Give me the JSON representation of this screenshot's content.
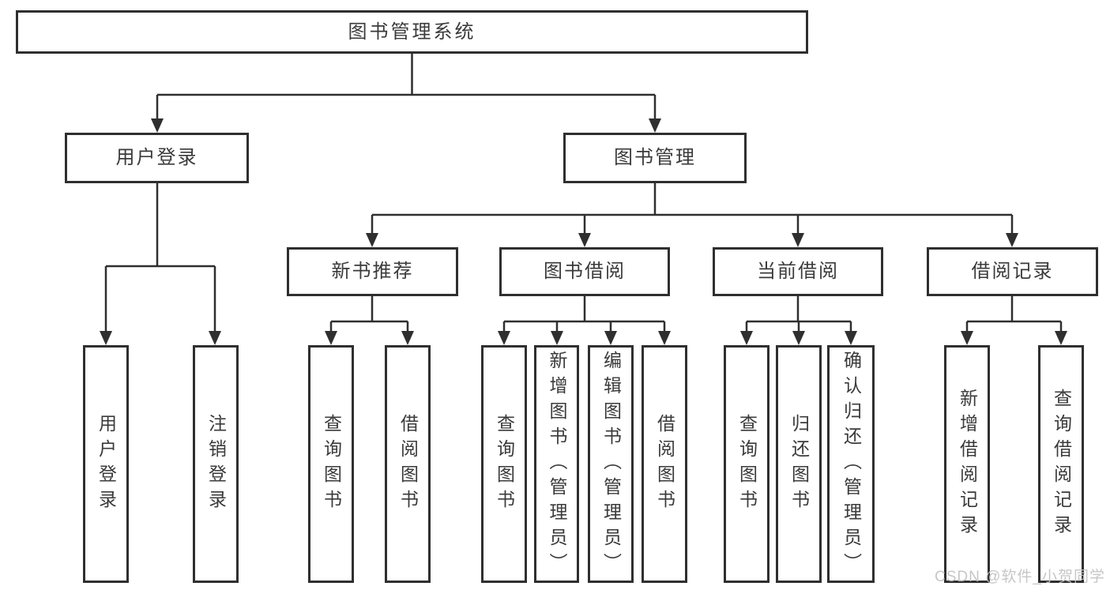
{
  "diagram_title": "图书管理系统",
  "watermark": "CSDN @软件_小贺同学",
  "colors": {
    "line": "#2f2f2f",
    "box_border": "#2f2f2f",
    "box_background": "#ffffff",
    "text": "#3a3a3a",
    "watermark": "#c1c1c1",
    "page_background": "#ffffff"
  },
  "tree": {
    "root": {
      "label": "图书管理系统",
      "children": [
        {
          "label": "用户登录",
          "children": [
            {
              "label": "用户登录"
            },
            {
              "label": "注销登录"
            }
          ]
        },
        {
          "label": "图书管理",
          "children": [
            {
              "label": "新书推荐",
              "children": [
                {
                  "label": "查询图书"
                },
                {
                  "label": "借阅图书"
                }
              ]
            },
            {
              "label": "图书借阅",
              "children": [
                {
                  "label": "查询图书"
                },
                {
                  "label": "新增图书（管理员）"
                },
                {
                  "label": "编辑图书（管理员）"
                },
                {
                  "label": "借阅图书"
                }
              ]
            },
            {
              "label": "当前借阅",
              "children": [
                {
                  "label": "查询图书"
                },
                {
                  "label": "归还图书"
                },
                {
                  "label": "确认归还（管理员）"
                }
              ]
            },
            {
              "label": "借阅记录",
              "children": [
                {
                  "label": "新增借阅记录"
                },
                {
                  "label": "查询借阅记录"
                }
              ]
            }
          ]
        }
      ]
    }
  }
}
